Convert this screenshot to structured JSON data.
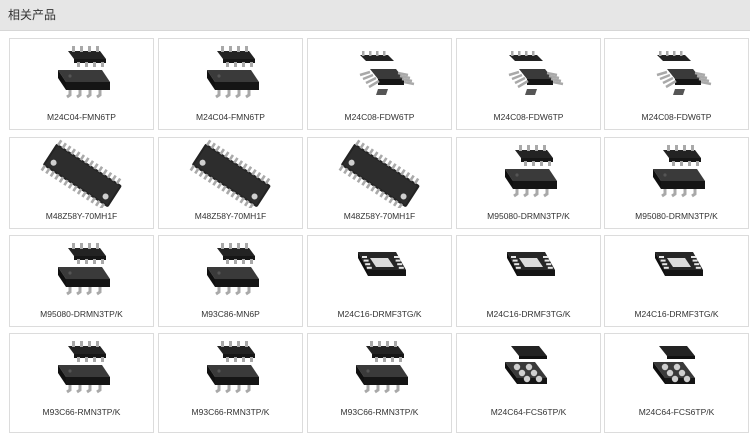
{
  "header": {
    "title": "相关产品"
  },
  "colors": {
    "chip": "#232323",
    "chip_top": "#3a3a3a",
    "pin": "#a9a9a9",
    "border": "#dcdcdc",
    "header_bg": "#e6e6e6"
  },
  "products": [
    {
      "label": "M24C04-FMN6TP",
      "package": "soic8"
    },
    {
      "label": "M24C04-FMN6TP",
      "package": "soic8"
    },
    {
      "label": "M24C08-FDW6TP",
      "package": "tssop8"
    },
    {
      "label": "M24C08-FDW6TP",
      "package": "tssop8"
    },
    {
      "label": "M24C08-FDW6TP",
      "package": "tssop8"
    },
    {
      "label": "M48Z58Y-70MH1F",
      "package": "soh28"
    },
    {
      "label": "M48Z58Y-70MH1F",
      "package": "soh28"
    },
    {
      "label": "M48Z58Y-70MH1F",
      "package": "soh28"
    },
    {
      "label": "M95080-DRMN3TP/K",
      "package": "soic8"
    },
    {
      "label": "M95080-DRMN3TP/K",
      "package": "soic8"
    },
    {
      "label": "M95080-DRMN3TP/K",
      "package": "soic8"
    },
    {
      "label": "M93C86-MN6P",
      "package": "soic8"
    },
    {
      "label": "M24C16-DRMF3TG/K",
      "package": "dfn8"
    },
    {
      "label": "M24C16-DRMF3TG/K",
      "package": "dfn8"
    },
    {
      "label": "M24C16-DRMF3TG/K",
      "package": "dfn8"
    },
    {
      "label": "M93C66-RMN3TP/K",
      "package": "soic8"
    },
    {
      "label": "M93C66-RMN3TP/K",
      "package": "soic8"
    },
    {
      "label": "M93C66-RMN3TP/K",
      "package": "soic8"
    },
    {
      "label": "M24C64-FCS6TP/K",
      "package": "wlcsp"
    },
    {
      "label": "M24C64-FCS6TP/K",
      "package": "wlcsp"
    }
  ]
}
